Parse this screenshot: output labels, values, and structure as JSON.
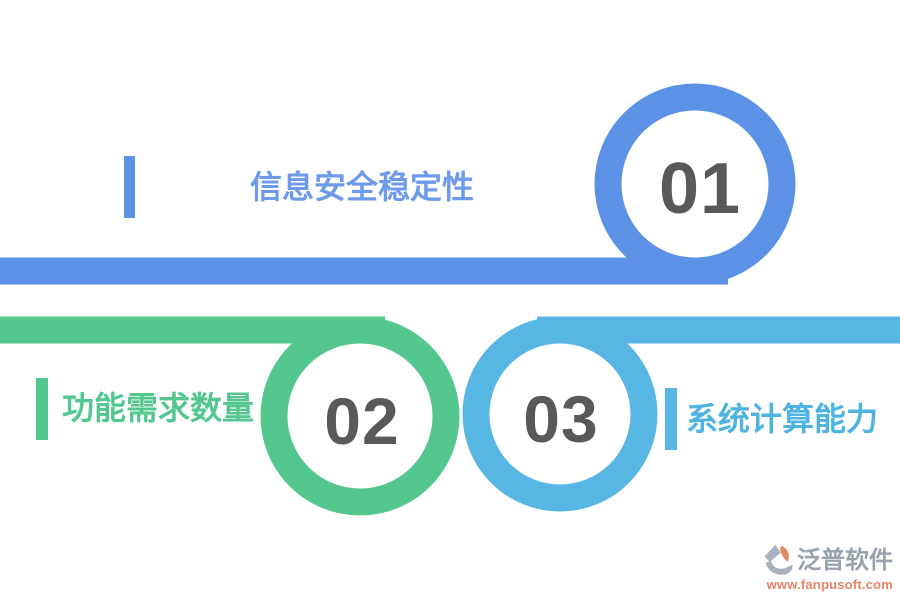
{
  "items": [
    {
      "number": "01",
      "label": "信息安全稳定性",
      "color": "#5B92E5",
      "text_color": "#6D9BE9"
    },
    {
      "number": "02",
      "label": "功能需求数量",
      "color": "#54C78F",
      "text_color": "#54C78F"
    },
    {
      "number": "03",
      "label": "系统计算能力",
      "color": "#57B6E3",
      "text_color": "#4FB3E2"
    }
  ],
  "colors": {
    "number": "#58595B",
    "background": "#FFFFFF",
    "brand_gray": "#98A1B0",
    "url_orange": "#E5826A",
    "logo_gray": "#A9B1C0",
    "logo_orange": "#DF8A60"
  },
  "watermark": {
    "brand": "泛普软件",
    "url": "www.fanpusoft.com"
  }
}
